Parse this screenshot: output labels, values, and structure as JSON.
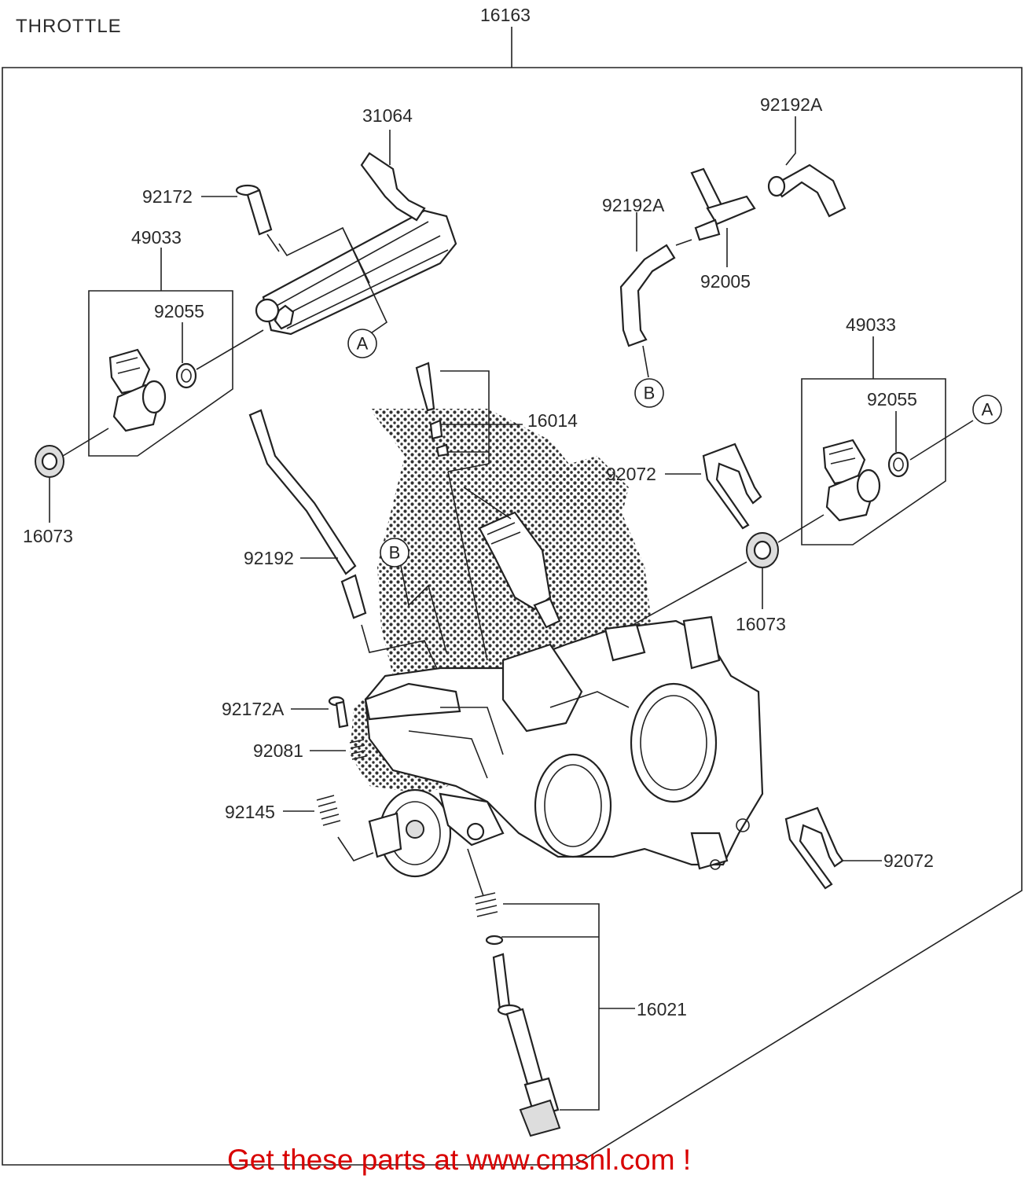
{
  "title": "THROTTLE",
  "footer_link": "Get these parts at www.cmsnl.com !",
  "parts": [
    {
      "id": "16163",
      "label": "16163"
    },
    {
      "id": "31064",
      "label": "31064"
    },
    {
      "id": "92192A_top",
      "label": "92192A"
    },
    {
      "id": "92172",
      "label": "92172"
    },
    {
      "id": "92192A_left",
      "label": "92192A"
    },
    {
      "id": "49033_left",
      "label": "49033"
    },
    {
      "id": "92005",
      "label": "92005"
    },
    {
      "id": "92055_left",
      "label": "92055"
    },
    {
      "id": "49033_right",
      "label": "49033"
    },
    {
      "id": "16014",
      "label": "16014"
    },
    {
      "id": "92055_right",
      "label": "92055"
    },
    {
      "id": "16073_left",
      "label": "16073"
    },
    {
      "id": "92072_top",
      "label": "92072"
    },
    {
      "id": "92192",
      "label": "92192"
    },
    {
      "id": "16073_right",
      "label": "16073"
    },
    {
      "id": "92172A",
      "label": "92172A"
    },
    {
      "id": "92081",
      "label": "92081"
    },
    {
      "id": "92145",
      "label": "92145"
    },
    {
      "id": "92072_bottom",
      "label": "92072"
    },
    {
      "id": "16021",
      "label": "16021"
    }
  ],
  "reference_markers": {
    "a": "A",
    "b": "B"
  }
}
